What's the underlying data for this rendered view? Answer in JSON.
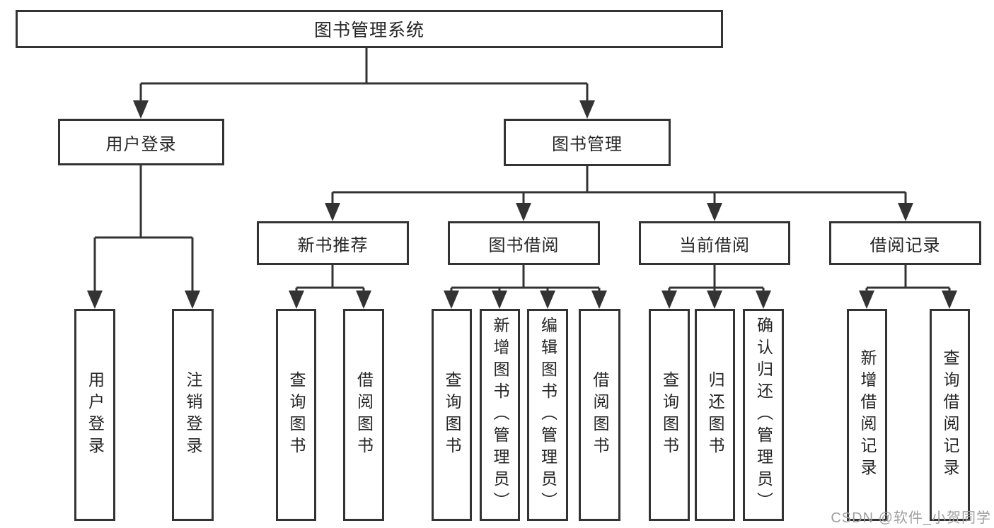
{
  "root": {
    "label": "图书管理系统"
  },
  "branches": {
    "user_login": {
      "label": "用户登录",
      "children": [
        "用户登录",
        "注销登录"
      ]
    },
    "book_management": {
      "label": "图书管理"
    }
  },
  "modules": [
    {
      "label": "新书推荐",
      "children": [
        "查询图书",
        "借阅图书"
      ]
    },
    {
      "label": "图书借阅",
      "children": [
        "查询图书",
        "新增图书（管理员）",
        "编辑图书（管理员）",
        "借阅图书"
      ]
    },
    {
      "label": "当前借阅",
      "children": [
        "查询图书",
        "归还图书",
        "确认归还（管理员）"
      ]
    },
    {
      "label": "借阅记录",
      "children": [
        "新增借阅记录",
        "查询借阅记录"
      ]
    }
  ],
  "watermark": {
    "text": "CSDN @软件_小贺同学",
    "color": "#9f9f9f"
  },
  "colors": {
    "line": "#333333",
    "box_border": "#333333",
    "box_background": "#ffffff",
    "text": "#252525",
    "page_background": "#ffffff"
  }
}
